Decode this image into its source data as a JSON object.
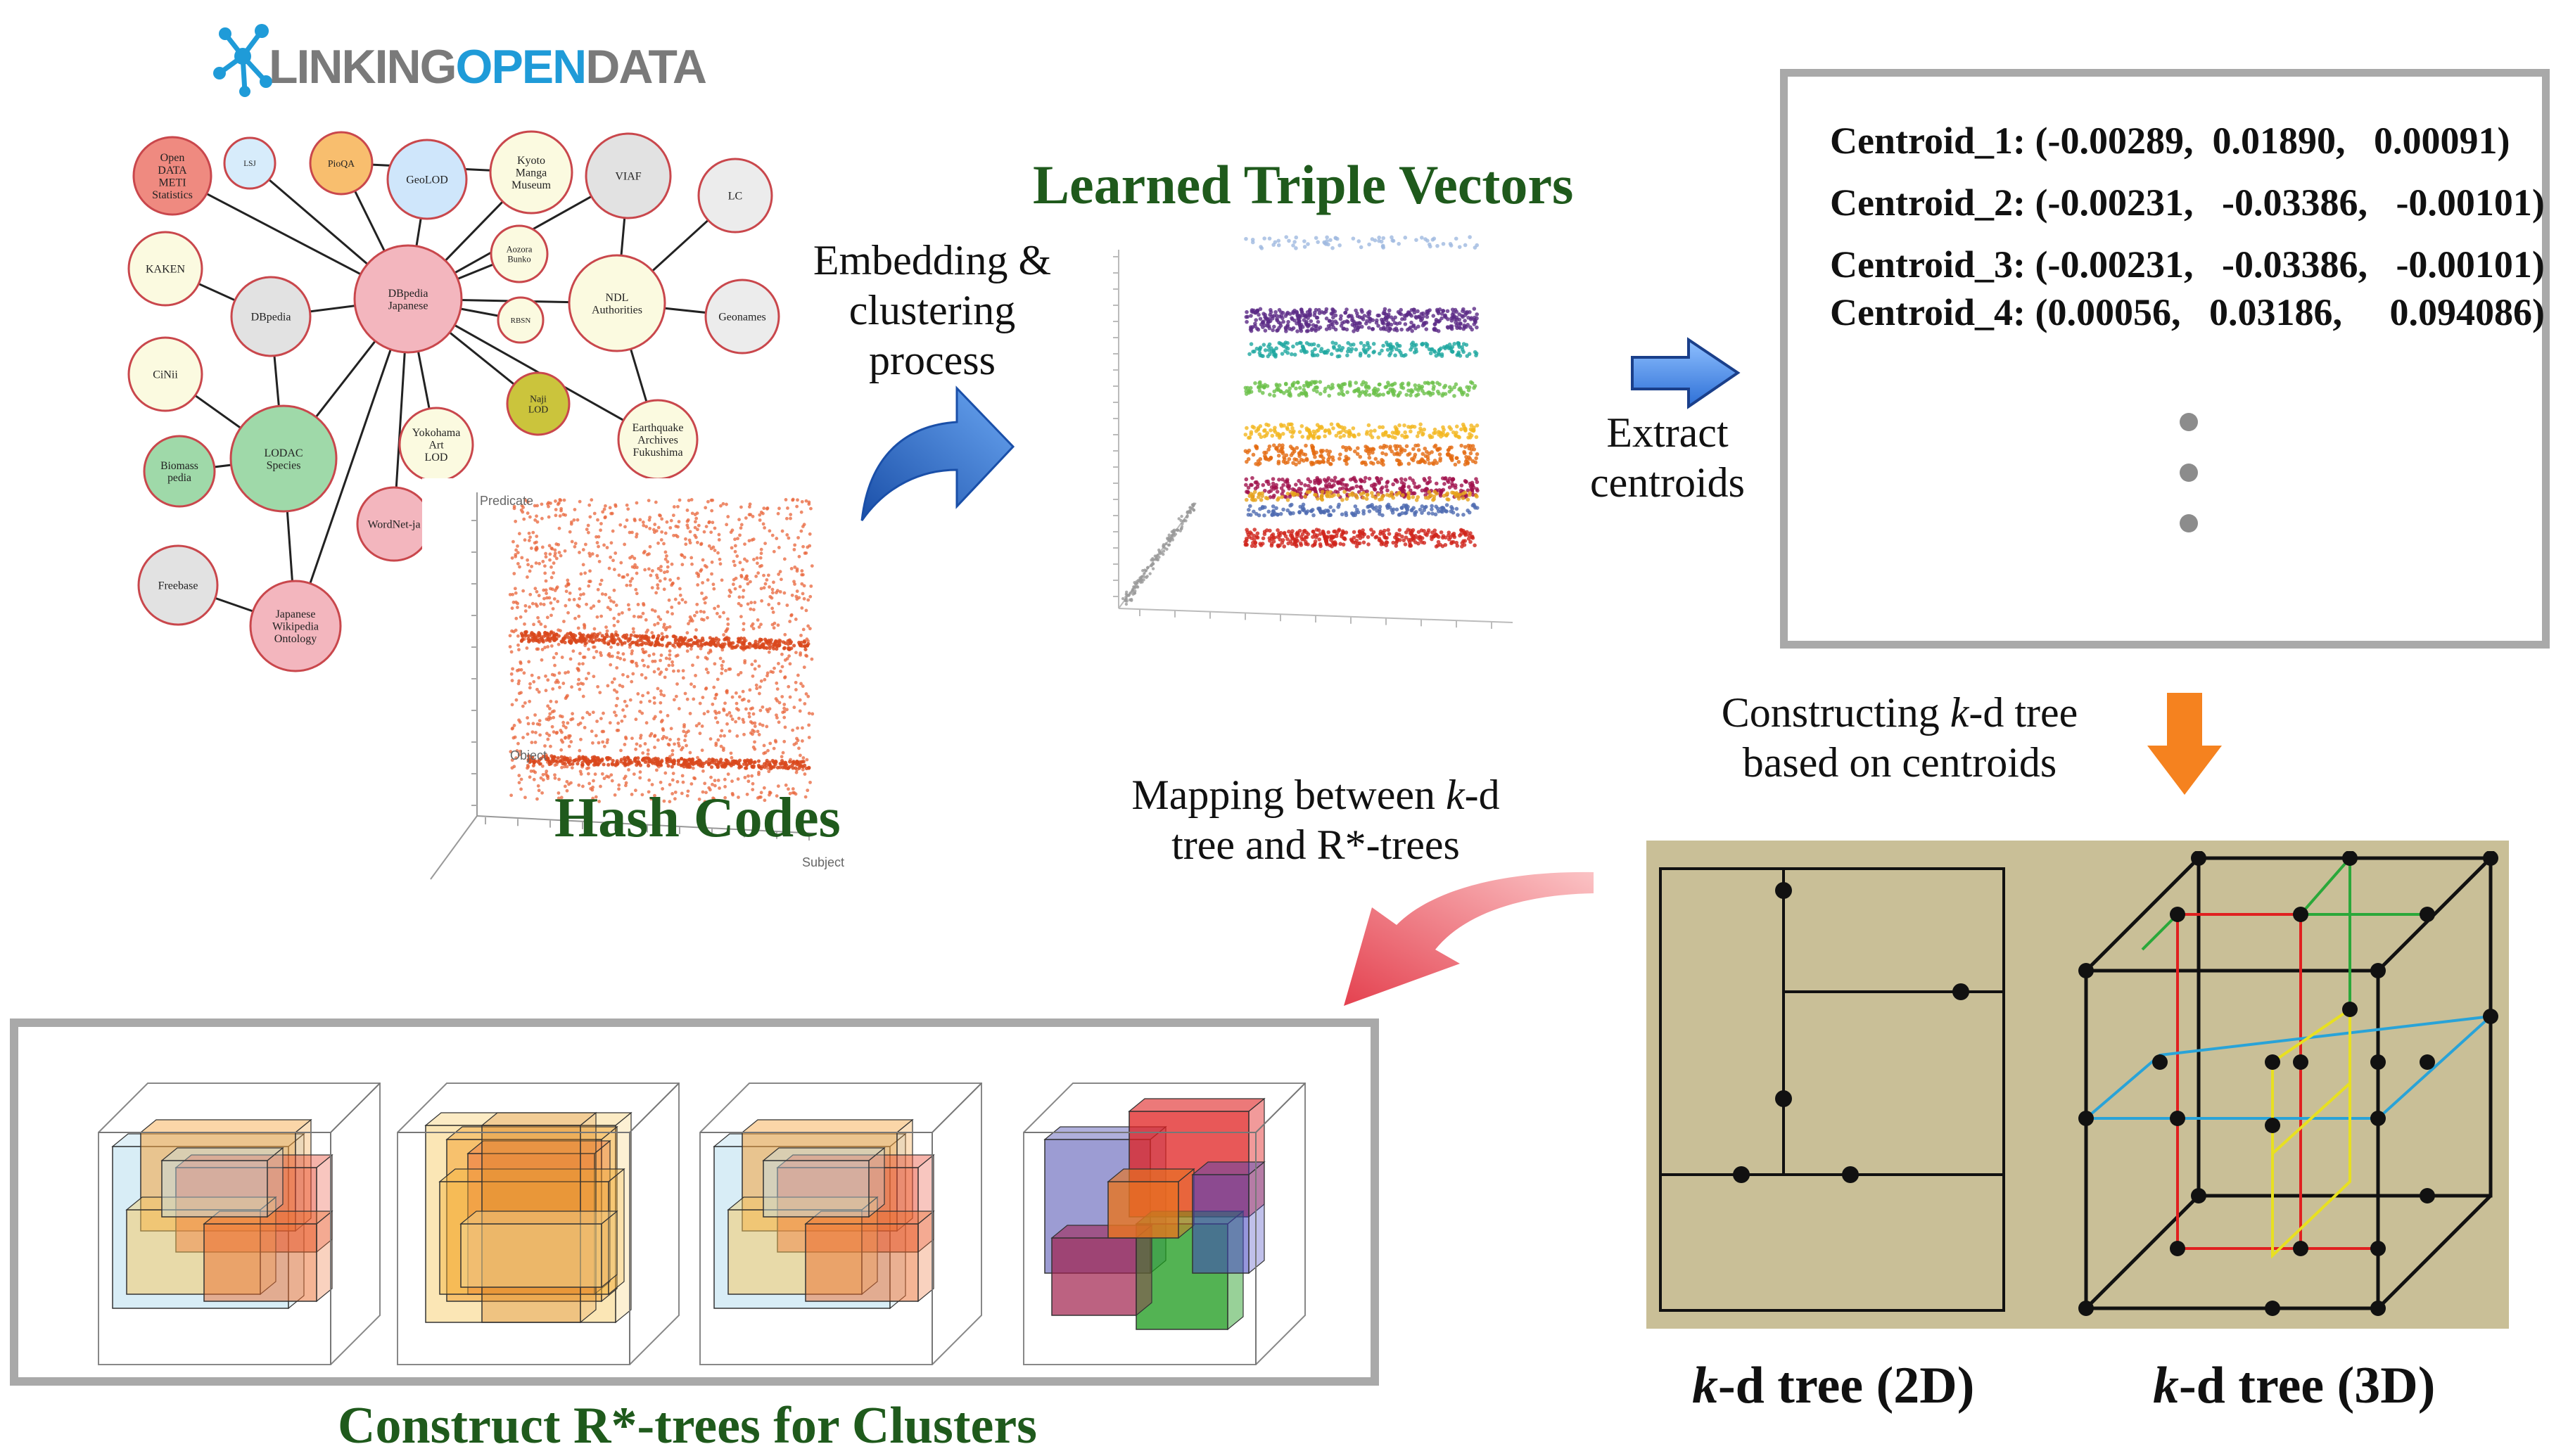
{
  "lod_logo": {
    "prefix": "LINKING",
    "accent": "OPEN",
    "suffix": "DATA",
    "accent_color": "#1f9bd8",
    "text_color": "#7a7a7a"
  },
  "lod_nodes": [
    "Open DATA METI Statistics",
    "LSJ",
    "PioQA",
    "GeoLOD",
    "Kyoto Manga Museum",
    "VIAF",
    "LC",
    "KAKEN",
    "DBpedia",
    "DBpedia Japanese",
    "Aozora Bunko",
    "NDL Authorities",
    "Geonames",
    "CiNii",
    "RBSN",
    "Naji LOD",
    "LODAC Species",
    "Yokohama Art LOD",
    "Earthquake Archives Fukushima",
    "Biomass pedia",
    "WordNet-ja",
    "Freebase",
    "Japanese Wikipedia Ontology"
  ],
  "hash_codes": {
    "title": "Hash Codes",
    "axis_labels": {
      "predicate": "Predicate",
      "object": "Object",
      "subject": "Subject"
    }
  },
  "embedding_label": "Embedding & clustering process",
  "triple_vectors": {
    "title": "Learned Triple Vectors",
    "band_colors": [
      "#9fb9e0",
      "#5b2a86",
      "#1fa8a0",
      "#6cc04a",
      "#f3b61f",
      "#e46a10",
      "#a0124c",
      "#4d6ab0",
      "#e6a21c",
      "#d0241b"
    ]
  },
  "extract_label": {
    "line1": "Extract",
    "line2": "centroids"
  },
  "centroids": [
    {
      "label": "Centroid_1:",
      "values": "(-0.00289,  0.01890,   0.00091)"
    },
    {
      "label": "Centroid_2:",
      "values": "(-0.00231,   -0.03386,   -0.00101)"
    },
    {
      "label": "Centroid_3:",
      "values": "(-0.00231,   -0.03386,   -0.00101)"
    },
    {
      "label": "Centroid_4:",
      "values": "(0.00056,   0.03186,     0.094086)"
    }
  ],
  "construct_kd": {
    "line1_pre": "Constructing ",
    "line1_italic": "k",
    "line1_post": "-d tree",
    "line2": "based on centroids"
  },
  "mapping_label": {
    "line1_pre": "Mapping between ",
    "line1_italic": "k",
    "line1_post": "-d",
    "line2": "tree and R*-trees"
  },
  "kd_2d_caption": {
    "italic": "k",
    "rest": "-d tree (2D)"
  },
  "kd_3d_caption": {
    "italic": "k",
    "rest": "-d tree (3D)"
  },
  "rtree_caption": "Construct R*-trees for Clusters",
  "colors": {
    "title_green": "#1f5a1c",
    "panel_tan": "#c9bf97",
    "arrow_blue": "#2e6ed0",
    "arrow_orange": "#f5821f",
    "arrow_red": "#e8505b"
  }
}
